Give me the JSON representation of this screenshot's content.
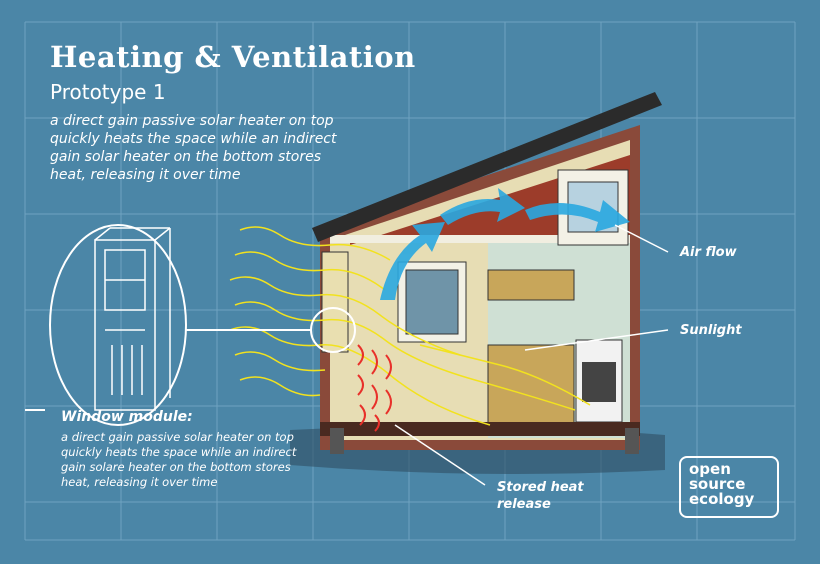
{
  "header": {
    "title": "Heating & Ventilation",
    "subtitle": "Prototype 1",
    "description": "a direct gain passive solar heater on top quickly heats the space while an indirect gain solar heater on the bottom stores heat, releasing it over time"
  },
  "window_module": {
    "title": "Window module:",
    "description": "a direct gain passive solar heater on top quickly heats the space while an indirect gain solare heater on the bottom stores heat, releasing it over time"
  },
  "labels": {
    "air_flow": "Air flow",
    "sunlight": "Sunlight",
    "stored_heat": "Stored heat release"
  },
  "logo": {
    "lines": [
      "open",
      "source",
      "ecology"
    ]
  },
  "colors": {
    "background": "#4b86a7",
    "sunlight": "#f2e21e",
    "heat": "#e8302a",
    "airflow": "#2aa8e0"
  }
}
